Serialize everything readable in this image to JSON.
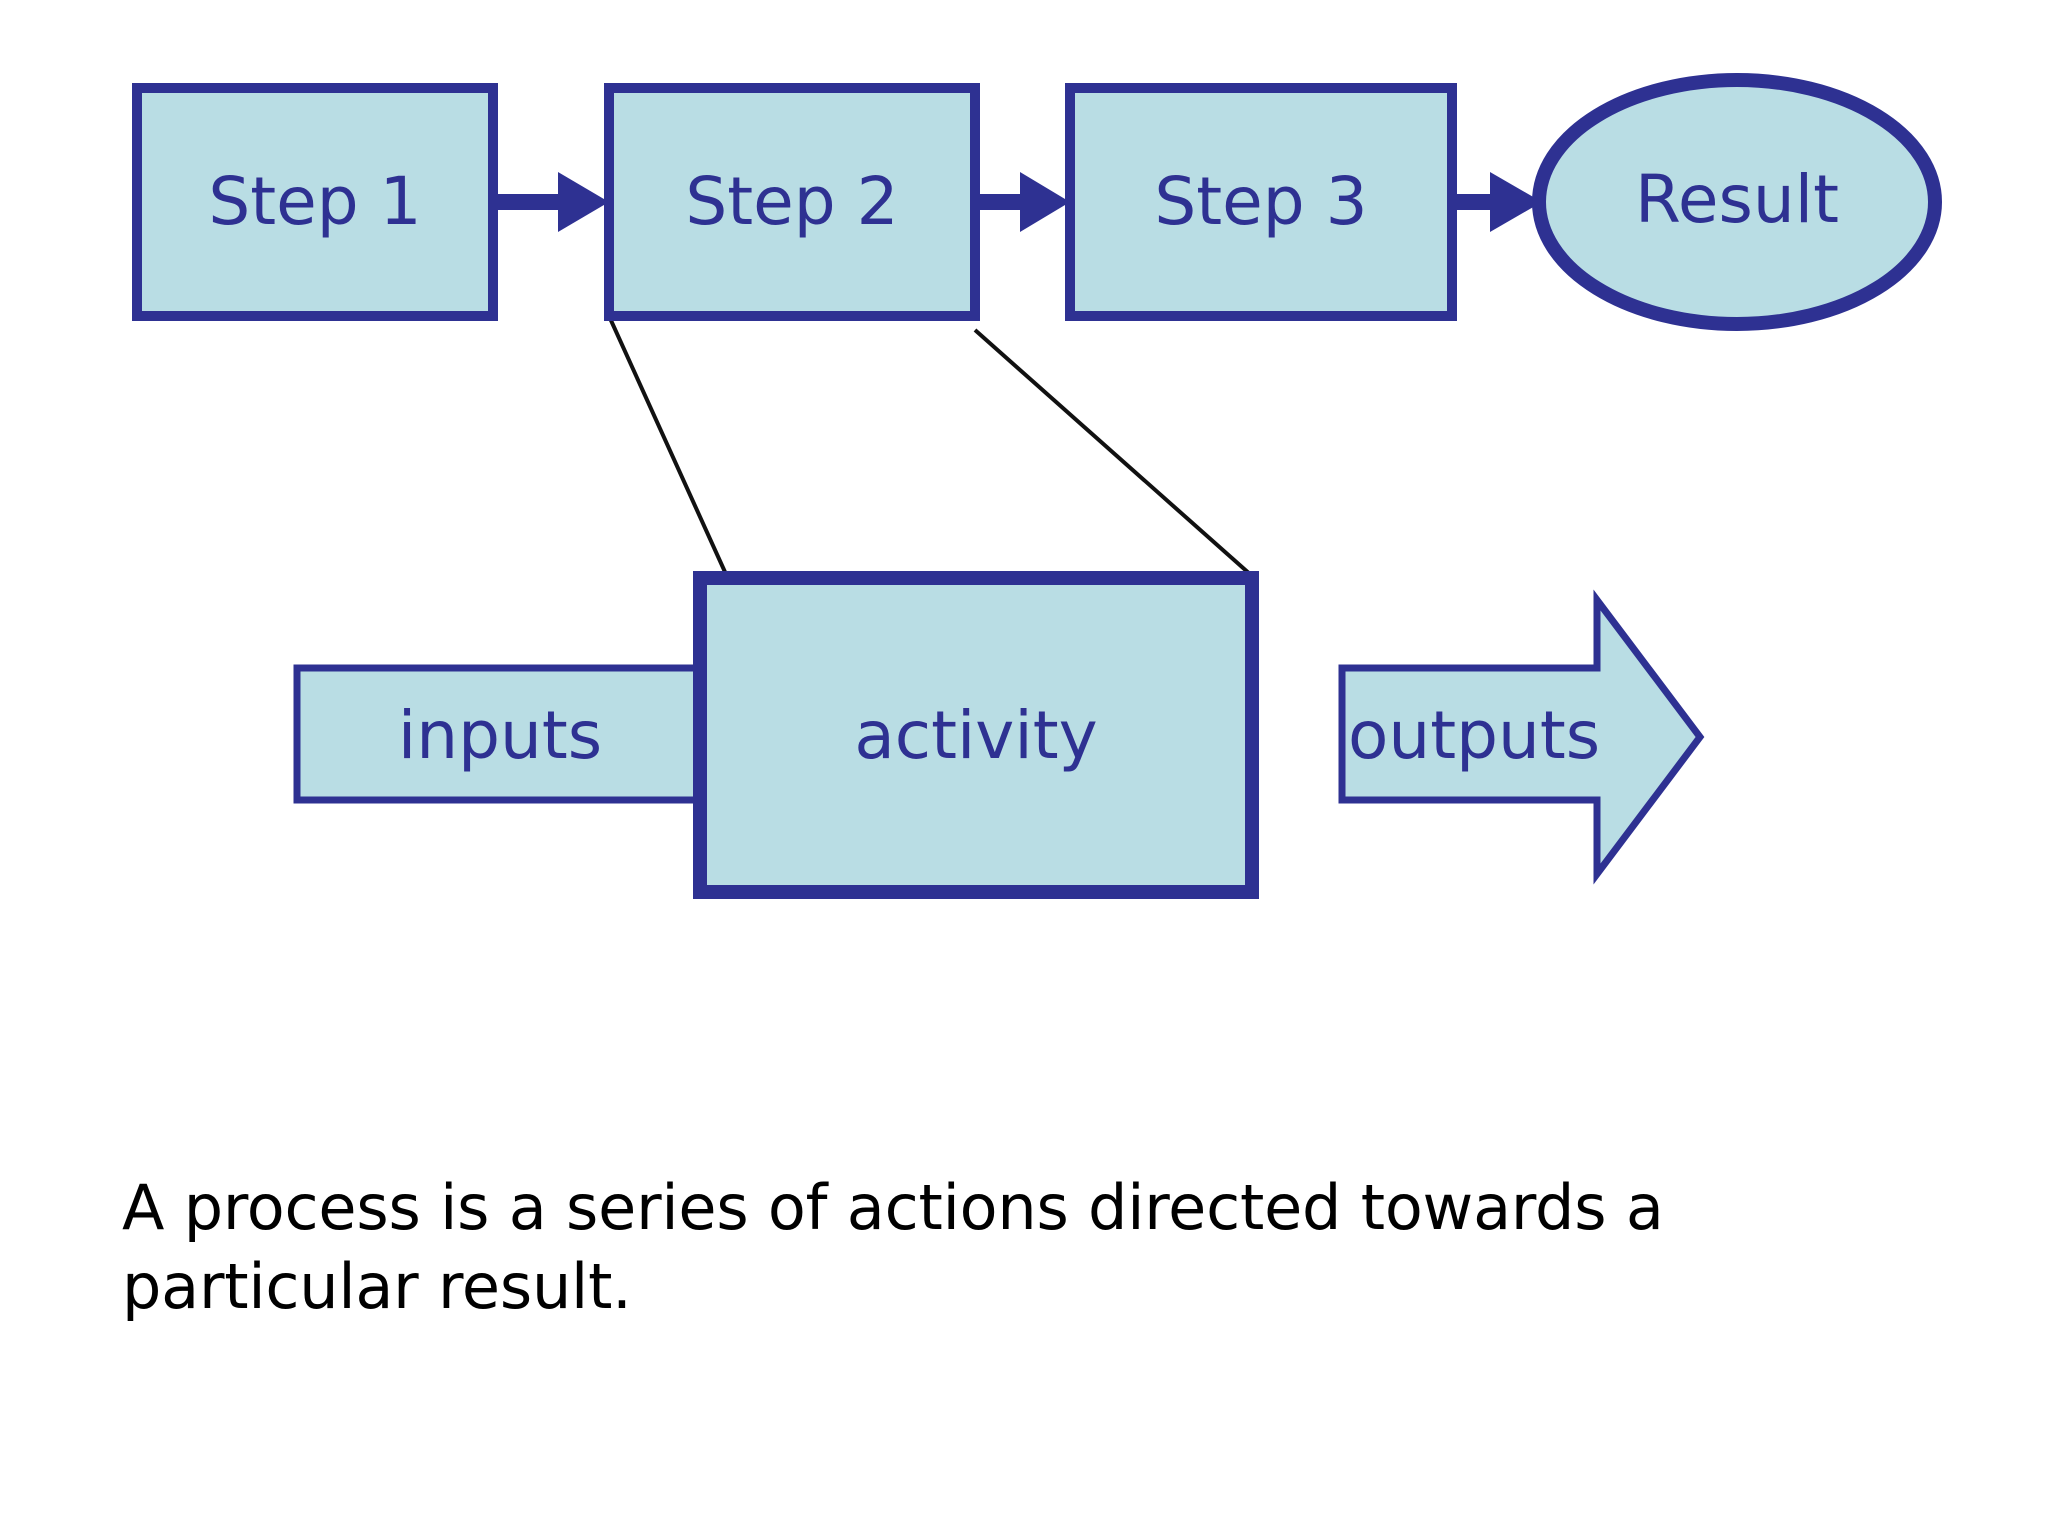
{
  "slide": {
    "background_color": "#ffffff",
    "caption": "A process is a series of actions directed towards a\nparticular result.",
    "caption_color": "#000000"
  },
  "theme": {
    "shape_fill": "#b9dde4",
    "shape_stroke": "#2e3192",
    "text_color": "#2e3192",
    "connector_color": "#2e3192",
    "hint_line_color": "#000000"
  },
  "process_chain": {
    "steps": [
      {
        "label": "Step 1",
        "shape": "rectangle"
      },
      {
        "label": "Step 2",
        "shape": "rectangle"
      },
      {
        "label": "Step 3",
        "shape": "rectangle"
      }
    ],
    "result": {
      "label": "Result",
      "shape": "ellipse"
    },
    "connector_count": 3,
    "connector_type": "arrow-right"
  },
  "activity_model": {
    "input_arrow": {
      "label": "inputs",
      "shape": "block-arrow-right"
    },
    "activity_box": {
      "label": "activity",
      "shape": "rectangle"
    },
    "output_arrow": {
      "label": "outputs",
      "shape": "block-arrow-right"
    },
    "callout_lines": 2,
    "callout_source": "Step 2"
  }
}
